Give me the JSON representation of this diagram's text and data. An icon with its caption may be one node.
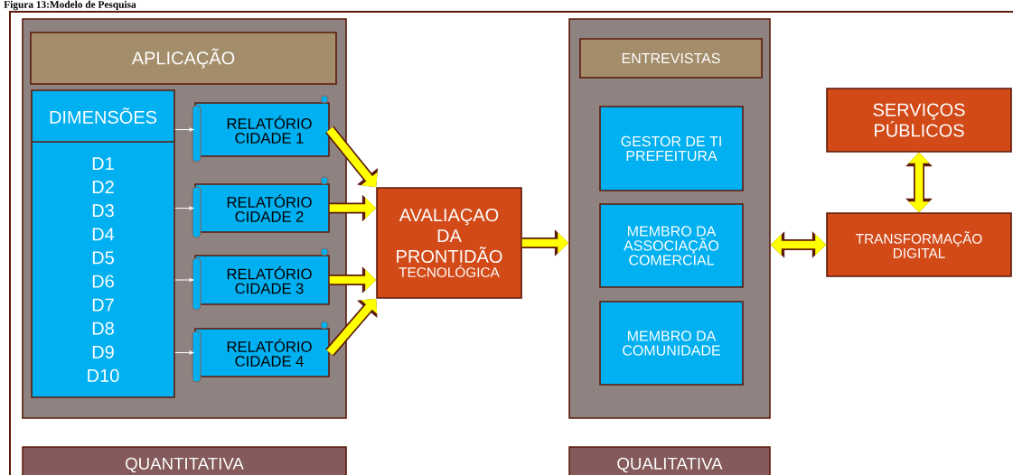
{
  "diagram": {
    "title": "Figura 13:Modelo de Pesquisa",
    "nodes": [
      {
        "text": [],
        "shape": "box"
      },
      {
        "text": [
          "APLICAÇÃO"
        ],
        "in": 0
      },
      {
        "text": [
          "DIMENSÕES",
          "D1",
          "D2",
          "D3",
          "D4",
          "D5",
          "D6",
          "D7",
          "D8",
          "D9",
          "D10"
        ],
        "in": 0
      },
      {
        "text": [
          "RELATÓRIO CIDADE 1"
        ],
        "in": 0
      },
      {
        "text": [
          "RELATÓRIO CIDADE 2"
        ],
        "in": 0
      },
      {
        "text": [
          "RELATÓRIO CIDADE 3"
        ],
        "in": 0
      },
      {
        "text": [
          "RELATÓRIO CIDADE 4"
        ],
        "in": 0
      },
      {
        "text": [
          "AVALIAÇAO DA PRONTIDÃO",
          "TECNOLÓGICA"
        ]
      },
      {
        "text": [],
        "shape": "box"
      },
      {
        "text": [
          "ENTREVISTAS"
        ],
        "in": 8
      },
      {
        "text": [
          "GESTOR DE TI PREFEITURA"
        ],
        "in": 8
      },
      {
        "text": [
          "MEMBRO DA ASSOCIAÇÃO COMERCIAL"
        ],
        "in": 8
      },
      {
        "text": [
          "MEMBRO DA COMUNIDADE"
        ],
        "in": 8
      },
      {
        "text": [
          "SERVIÇOS PÚBLICOS"
        ]
      },
      {
        "text": [
          "TRANSFORMAÇÃO DIGITAL"
        ]
      },
      {
        "text": [
          "QUANTITATIVA"
        ]
      },
      {
        "text": [
          "QUALITATIVA"
        ]
      }
    ],
    "edges": [
      {
        "from": 2,
        "to": 3,
        "arrow": "to",
        "color": "#ffffff"
      },
      {
        "from": 2,
        "to": 4,
        "arrow": "to",
        "color": "#ffffff"
      },
      {
        "from": 2,
        "to": 5,
        "arrow": "to",
        "color": "#ffffff"
      },
      {
        "from": 2,
        "to": 6,
        "arrow": "to",
        "color": "#ffffff"
      },
      {
        "from": 3,
        "to": 7,
        "arrow": "to"
      },
      {
        "from": 4,
        "to": 7,
        "arrow": "to"
      },
      {
        "from": 5,
        "to": 7,
        "arrow": "to"
      },
      {
        "from": 6,
        "to": 7,
        "arrow": "to"
      },
      {
        "from": 7,
        "to": 8,
        "arrow": "to"
      },
      {
        "from": 8,
        "to": 14,
        "arrow": "both"
      },
      {
        "from": 13,
        "to": 14,
        "arrow": "both"
      }
    ]
  }
}
